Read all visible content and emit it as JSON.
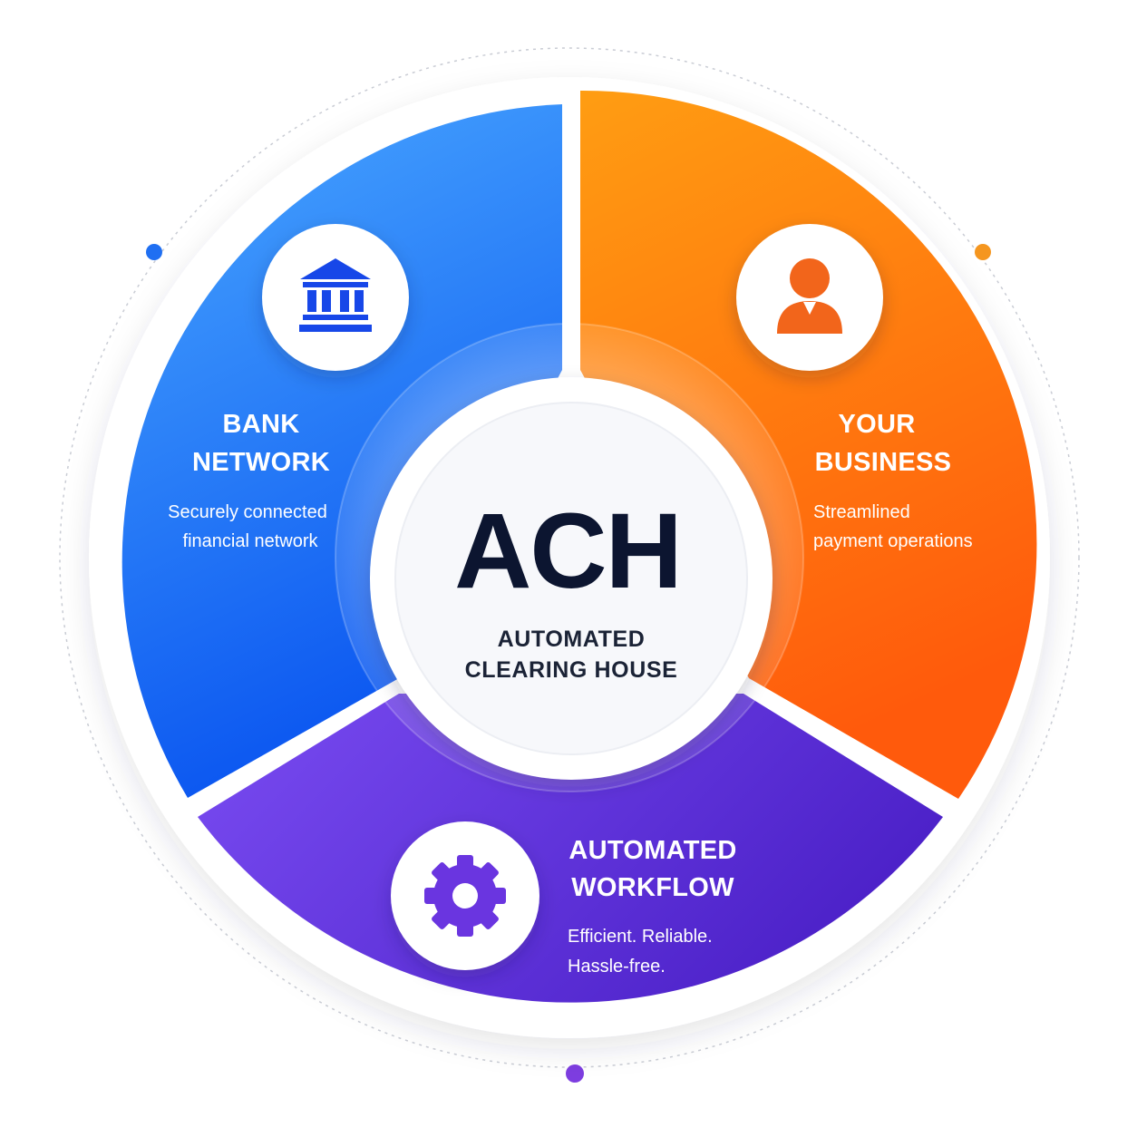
{
  "center": {
    "title": "ACH",
    "subtitle_line1": "AUTOMATED",
    "subtitle_line2": "CLEARING HOUSE"
  },
  "segments": [
    {
      "id": "bank-network",
      "title_line1": "BANK",
      "title_line2": "NETWORK",
      "desc_line1": "Securely connected",
      "desc_line2": "financial network",
      "icon": "bank-icon",
      "color_start": "#4aa8ff",
      "color_end": "#0a55f0",
      "icon_color": "#1747e8"
    },
    {
      "id": "your-business",
      "title_line1": "YOUR",
      "title_line2": "BUSINESS",
      "desc_line1": "Streamlined",
      "desc_line2": "payment operations",
      "icon": "user-icon",
      "color_start": "#ff9d12",
      "color_end": "#ff5a0c",
      "icon_color": "#f2651b"
    },
    {
      "id": "automated-workflow",
      "title_line1": "AUTOMATED",
      "title_line2": "WORKFLOW",
      "desc_line1": "Efficient. Reliable.",
      "desc_line2": "Hassle-free.",
      "icon": "gear-icon",
      "color_start": "#7a4cf2",
      "color_end": "#4d22c9",
      "icon_color": "#6a35e0"
    }
  ],
  "accent_dots": [
    "#1f6ff2",
    "#f5961f",
    "#7d3de0"
  ]
}
